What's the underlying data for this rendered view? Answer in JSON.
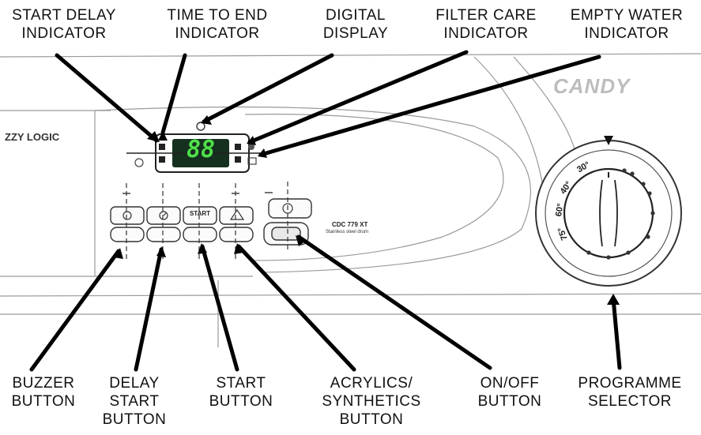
{
  "labels": {
    "start_delay": "START DELAY\nINDICATOR",
    "time_to_end": "TIME TO END\nINDICATOR",
    "digital_display": "DIGITAL\nDISPLAY",
    "filter_care": "FILTER CARE\nINDICATOR",
    "empty_water": "EMPTY WATER\nINDICATOR",
    "buzzer": "BUZZER\nBUTTON",
    "delay_start": "DELAY\nSTART\nBUTTON",
    "start": "START\nBUTTON",
    "acrylics": "ACRYLICS/\nSYNTHETICS\nBUTTON",
    "on_off": "ON/OFF\nBUTTON",
    "programme": "PROGRAMME\nSELECTOR"
  },
  "panel": {
    "brand": "CANDY",
    "fuzzy_logic": "ZZY LOGIC",
    "display_digits": "88",
    "start_key": "START",
    "model": "CDC 779 XT",
    "model_sub": "Stainless steel drum",
    "on_symbol": "①"
  },
  "dial": {
    "marks": [
      "30°",
      "40°",
      "60°",
      "75°"
    ]
  },
  "colors": {
    "display_bg": "#15301f",
    "display_digits": "#4fe04a",
    "brand_grey": "#bdbdbd"
  }
}
